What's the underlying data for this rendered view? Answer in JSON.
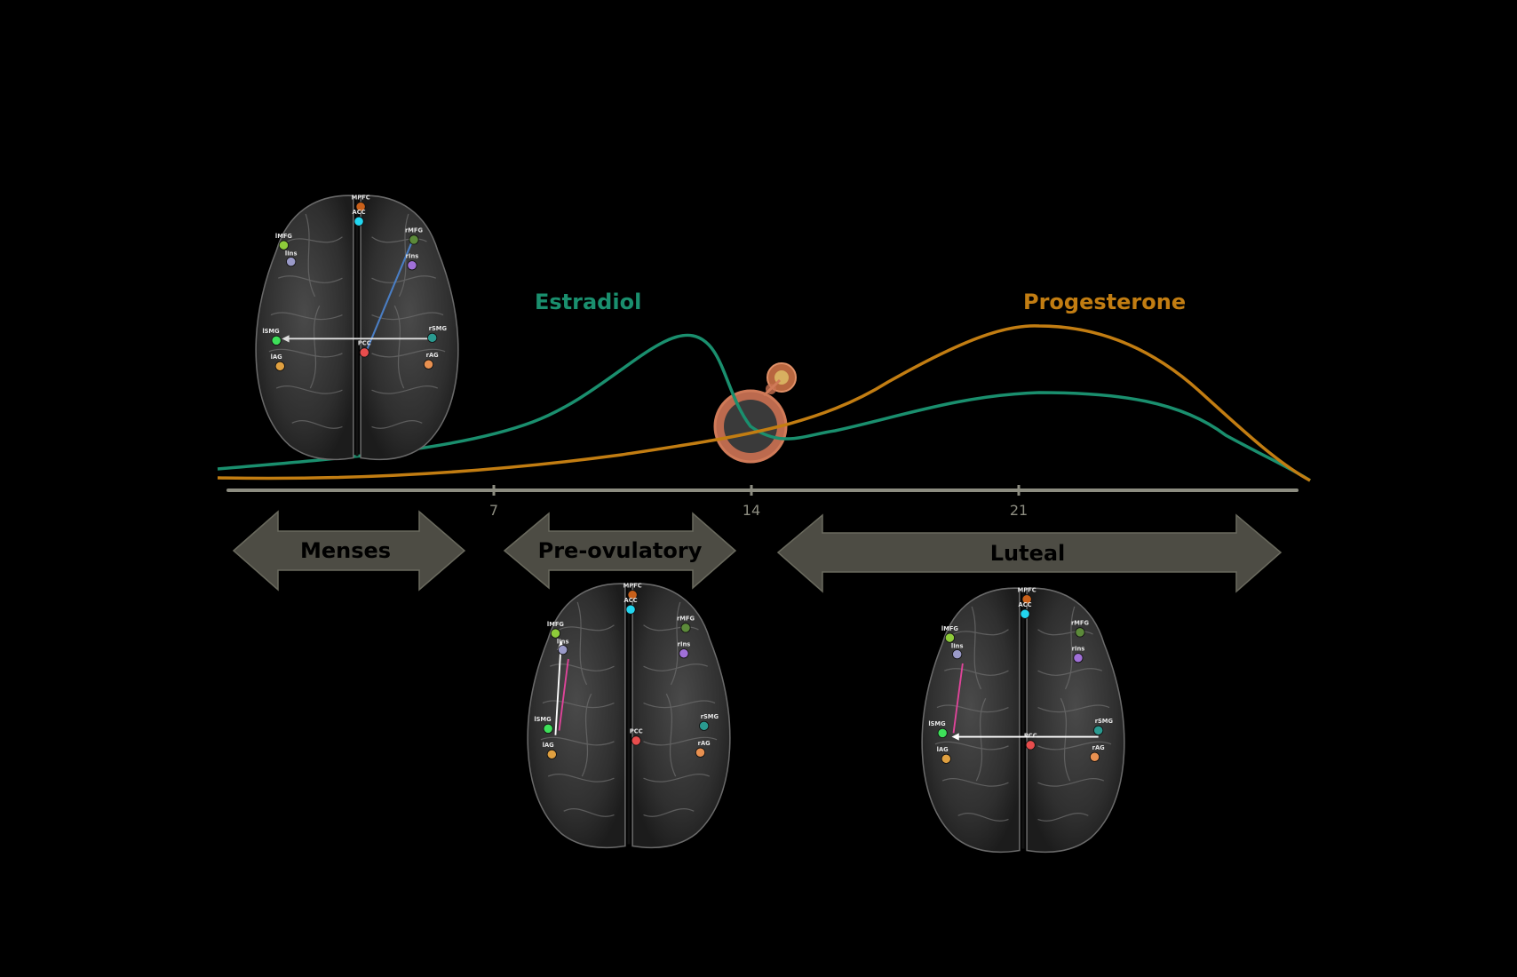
{
  "hormones": {
    "estradiol": {
      "label": "Estradiol",
      "color": "#1a8f6e"
    },
    "progesterone": {
      "label": "Progesterone",
      "color": "#c27d12"
    }
  },
  "axis": {
    "ticks": [
      "7",
      "14",
      "21"
    ],
    "color": "#8c8c80"
  },
  "phases": [
    {
      "label": "Menses"
    },
    {
      "label": "Pre-ovulatory"
    },
    {
      "label": "Luteal"
    }
  ],
  "regions": {
    "mpfc": "MPFC",
    "acc": "ACC",
    "lmfg": "lMFG",
    "rmfg": "rMFG",
    "lins": "lIns",
    "rins": "rIns",
    "lsmg": "lSMG",
    "rsmg": "rSMG",
    "pcc": "PCC",
    "lag": "lAG",
    "rag": "rAG"
  },
  "node_colors": {
    "mpfc": "#c9601a",
    "acc": "#22d6f0",
    "lmfg": "#8ecb3a",
    "rmfg": "#5c8a3a",
    "lins": "#9a9ac8",
    "rins": "#a070d8",
    "lsmg": "#3ee05a",
    "rsmg": "#2a9a90",
    "pcc": "#e84d4d",
    "lag": "#e0a040",
    "rag": "#e89050"
  }
}
